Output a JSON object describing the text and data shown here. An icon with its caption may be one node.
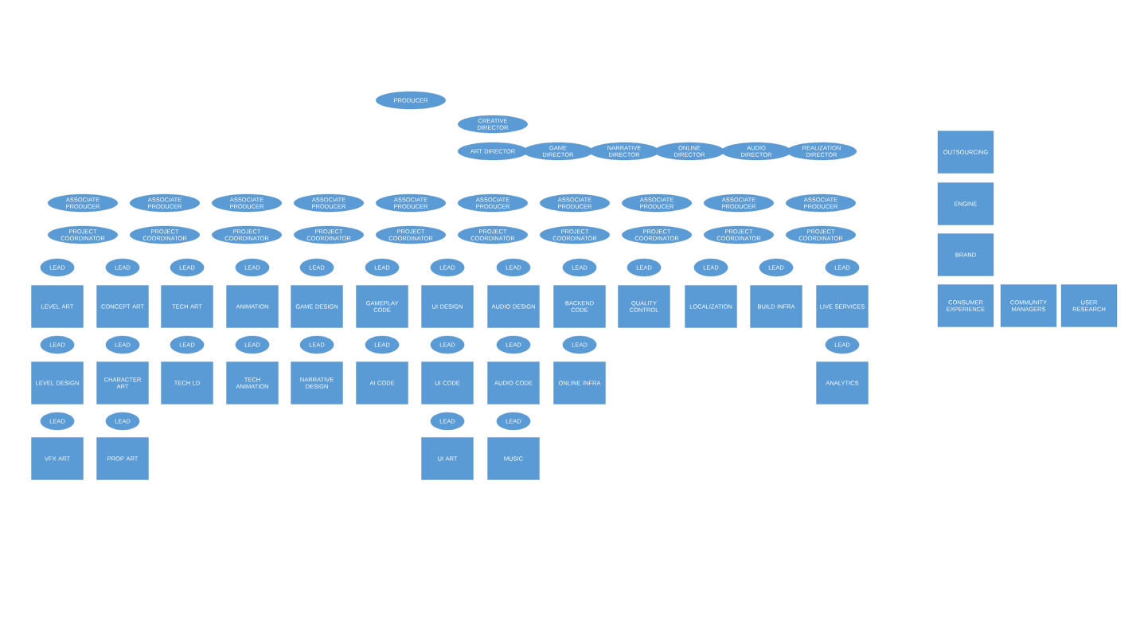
{
  "diagram": {
    "nodes": [
      {
        "text": [
          "PRODUCER"
        ]
      },
      {
        "text": [
          "CREATIVE DIRECTOR"
        ]
      },
      {
        "text": [
          "ART DIRECTOR"
        ]
      },
      {
        "text": [
          "GAME DIRECTOR"
        ]
      },
      {
        "text": [
          "NARRATIVE DIRECTOR"
        ]
      },
      {
        "text": [
          "ONLINE DIRECTOR"
        ]
      },
      {
        "text": [
          "AUDIO DIRECTOR"
        ]
      },
      {
        "text": [
          "REALIZATION DIRECTOR"
        ]
      },
      {
        "text": [
          "OUTSOURCING"
        ]
      },
      {
        "text": [
          "ASSOCIATE PRODUCER"
        ]
      },
      {
        "text": [
          "ASSOCIATE PRODUCER"
        ]
      },
      {
        "text": [
          "ASSOCIATE PRODUCER"
        ]
      },
      {
        "text": [
          "ASSOCIATE PRODUCER"
        ]
      },
      {
        "text": [
          "ASSOCIATE PRODUCER"
        ]
      },
      {
        "text": [
          "ASSOCIATE PRODUCER"
        ]
      },
      {
        "text": [
          "ASSOCIATE PRODUCER"
        ]
      },
      {
        "text": [
          "ASSOCIATE PRODUCER"
        ]
      },
      {
        "text": [
          "ASSOCIATE PRODUCER"
        ]
      },
      {
        "text": [
          "ASSOCIATE PRODUCER"
        ]
      },
      {
        "text": [
          "ENGINE"
        ]
      },
      {
        "text": [
          "PROJECT COORDINATOR"
        ]
      },
      {
        "text": [
          "PROJECT COORDINATOR"
        ]
      },
      {
        "text": [
          "PROJECT COORDINATOR"
        ]
      },
      {
        "text": [
          "PROJECT COORDINATOR"
        ]
      },
      {
        "text": [
          "PROJECT COORDINATOR"
        ]
      },
      {
        "text": [
          "PROJECT COORDINATOR"
        ]
      },
      {
        "text": [
          "PROJECT COORDINATOR"
        ]
      },
      {
        "text": [
          "PROJECT COORDINATOR"
        ]
      },
      {
        "text": [
          "PROJECT COORDINATOR"
        ]
      },
      {
        "text": [
          "PROJECT COORDINATOR"
        ]
      },
      {
        "text": [
          "BRAND"
        ]
      },
      {
        "text": [
          "LEAD"
        ]
      },
      {
        "text": [
          "LEAD"
        ]
      },
      {
        "text": [
          "LEAD"
        ]
      },
      {
        "text": [
          "LEAD"
        ]
      },
      {
        "text": [
          "LEAD"
        ]
      },
      {
        "text": [
          "LEAD"
        ]
      },
      {
        "text": [
          "LEAD"
        ]
      },
      {
        "text": [
          "LEAD"
        ]
      },
      {
        "text": [
          "LEAD"
        ]
      },
      {
        "text": [
          "LEAD"
        ]
      },
      {
        "text": [
          "LEAD"
        ]
      },
      {
        "text": [
          "LEAD"
        ]
      },
      {
        "text": [
          "LEAD"
        ]
      },
      {
        "text": [
          "LEVEL ART"
        ]
      },
      {
        "text": [
          "CONCEPT ART"
        ]
      },
      {
        "text": [
          "TECH ART"
        ]
      },
      {
        "text": [
          "ANIMATION"
        ]
      },
      {
        "text": [
          "GAME DESIGN"
        ]
      },
      {
        "text": [
          "GAMEPLAY CODE"
        ]
      },
      {
        "text": [
          "UI DESIGN"
        ]
      },
      {
        "text": [
          "AUDIO DESIGN"
        ]
      },
      {
        "text": [
          "BACKEND CODE"
        ]
      },
      {
        "text": [
          "QUALITY CONTROL"
        ]
      },
      {
        "text": [
          "LOCALIZATION"
        ]
      },
      {
        "text": [
          "BUILD INFRA"
        ]
      },
      {
        "text": [
          "LIVE SERVICES"
        ]
      },
      {
        "text": [
          "CONSUMER EXPERIENCE"
        ]
      },
      {
        "text": [
          "COMMUNITY MANAGERS"
        ]
      },
      {
        "text": [
          "USER RESEARCH"
        ]
      },
      {
        "text": [
          "LEAD"
        ]
      },
      {
        "text": [
          "LEAD"
        ]
      },
      {
        "text": [
          "LEAD"
        ]
      },
      {
        "text": [
          "LEAD"
        ]
      },
      {
        "text": [
          "LEAD"
        ]
      },
      {
        "text": [
          "LEAD"
        ]
      },
      {
        "text": [
          "LEAD"
        ]
      },
      {
        "text": [
          "LEAD"
        ]
      },
      {
        "text": [
          "LEAD"
        ]
      },
      {
        "text": [
          "LEAD"
        ]
      },
      {
        "text": [
          "LEVEL DESIGN"
        ]
      },
      {
        "text": [
          "CHARACTER ART"
        ]
      },
      {
        "text": [
          "TECH LD"
        ]
      },
      {
        "text": [
          "TECH ANIMATION"
        ]
      },
      {
        "text": [
          "NARRATIVE DESIGN"
        ]
      },
      {
        "text": [
          "AI CODE"
        ]
      },
      {
        "text": [
          "UI CODE"
        ]
      },
      {
        "text": [
          "AUDIO CODE"
        ]
      },
      {
        "text": [
          "ONLINE INFRA"
        ]
      },
      {
        "text": [
          "ANALYTICS"
        ]
      },
      {
        "text": [
          "LEAD"
        ]
      },
      {
        "text": [
          "LEAD"
        ]
      },
      {
        "text": [
          "LEAD"
        ]
      },
      {
        "text": [
          "LEAD"
        ]
      },
      {
        "text": [
          "VFX ART"
        ]
      },
      {
        "text": [
          "PROP ART"
        ]
      },
      {
        "text": [
          "UI ART"
        ]
      },
      {
        "text": [
          "MUSIC"
        ]
      }
    ]
  }
}
